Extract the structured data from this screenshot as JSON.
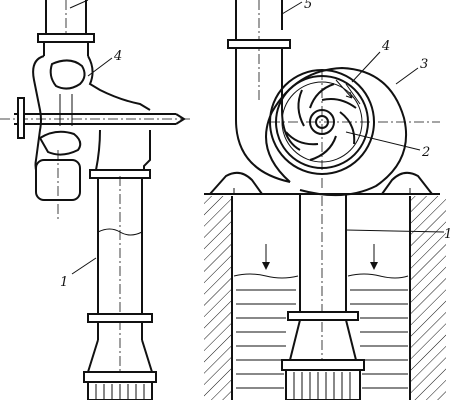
{
  "left_view": {
    "labels": [
      "1",
      "4"
    ]
  },
  "right_view": {
    "labels": [
      "1",
      "2",
      "3",
      "4",
      "5"
    ]
  }
}
